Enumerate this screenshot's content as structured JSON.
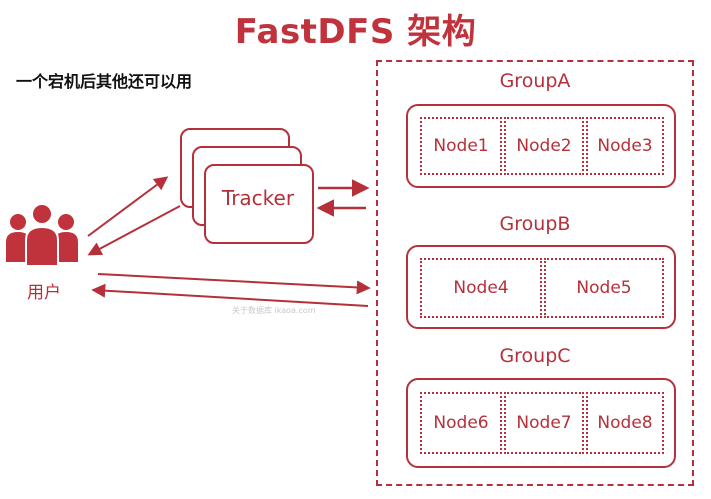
{
  "title": "FastDFS 架构",
  "note": "一个宕机后其他还可以用",
  "tracker": {
    "label": "Tracker"
  },
  "user": {
    "label": "用户"
  },
  "watermark": "关于数据库 ikaoa.com",
  "groups": [
    {
      "label": "GroupA",
      "nodes": [
        "Node1",
        "Node2",
        "Node3"
      ]
    },
    {
      "label": "GroupB",
      "nodes": [
        "Node4",
        "Node5"
      ]
    },
    {
      "label": "GroupC",
      "nodes": [
        "Node6",
        "Node7",
        "Node8"
      ]
    }
  ],
  "colors": {
    "accent": "#b5303a",
    "note_text": "#111111"
  },
  "icons": [
    "users-icon"
  ]
}
